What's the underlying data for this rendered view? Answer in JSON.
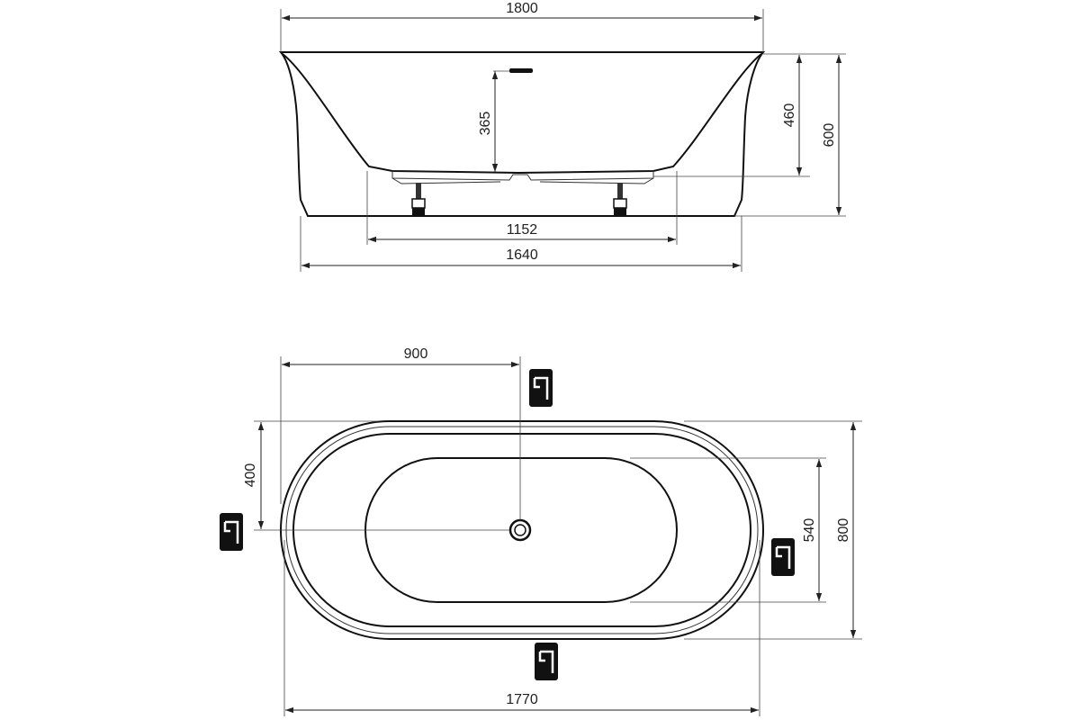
{
  "side_view": {
    "overall_length": "1800",
    "inner_depth": "365",
    "rim_height": "460",
    "total_height": "600",
    "foot_spacing": "1152",
    "base_length": "1640"
  },
  "top_view": {
    "drain_offset_length": "900",
    "drain_offset_width": "400",
    "inner_basin_width": "540",
    "overall_width": "800",
    "overall_length": "1770"
  }
}
